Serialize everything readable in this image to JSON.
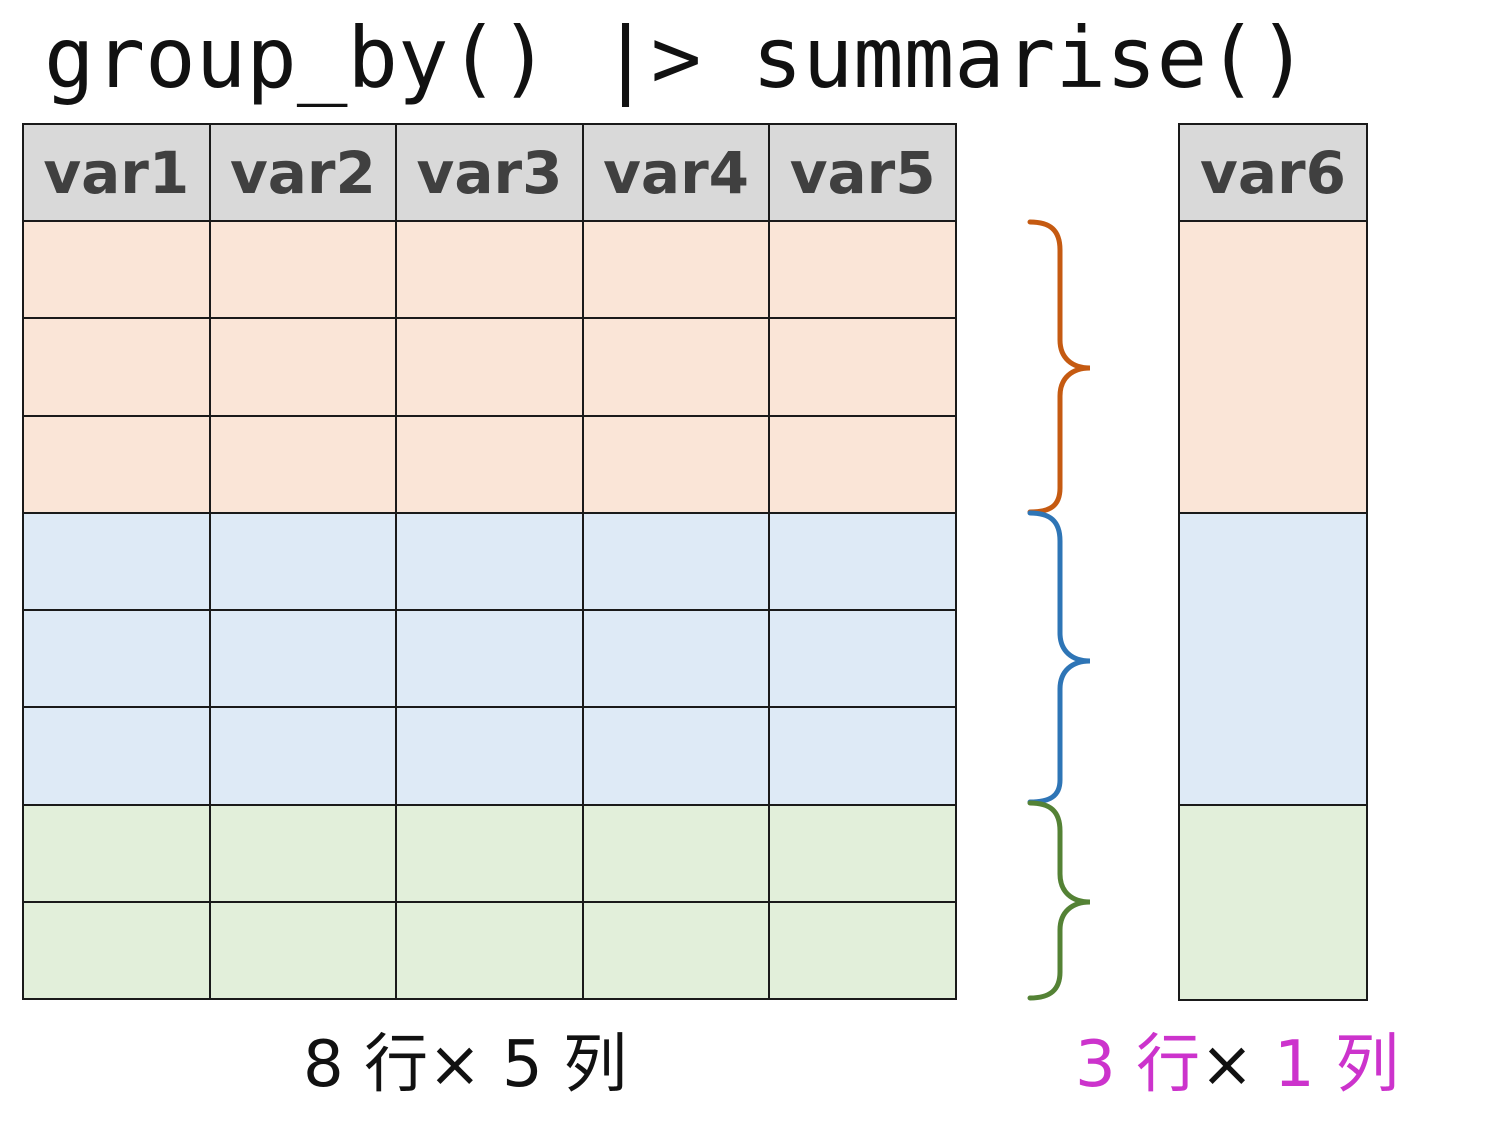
{
  "title": "group_by() |> summarise()",
  "source_table": {
    "columns": [
      "var1",
      "var2",
      "var3",
      "var4",
      "var5"
    ],
    "row_groups": [
      "orange",
      "orange",
      "orange",
      "blue",
      "blue",
      "blue",
      "green",
      "green"
    ],
    "caption": "8 行× 5 列"
  },
  "result_table": {
    "columns": [
      "var6"
    ],
    "row_groups": [
      "orange",
      "blue",
      "green"
    ],
    "caption_parts": {
      "rows_num": "3",
      "rows_unit": " 行",
      "times": "×",
      "cols_num": " 1",
      "cols_unit": " 列"
    }
  },
  "colors": {
    "orange_fill": "#fae5d7",
    "blue_fill": "#deeaf6",
    "green_fill": "#e2efda",
    "orange_brace": "#c55a11",
    "blue_brace": "#2e75b6",
    "green_brace": "#548235",
    "highlight_text": "#cc33cc",
    "header_fill": "#d9d9d9"
  }
}
